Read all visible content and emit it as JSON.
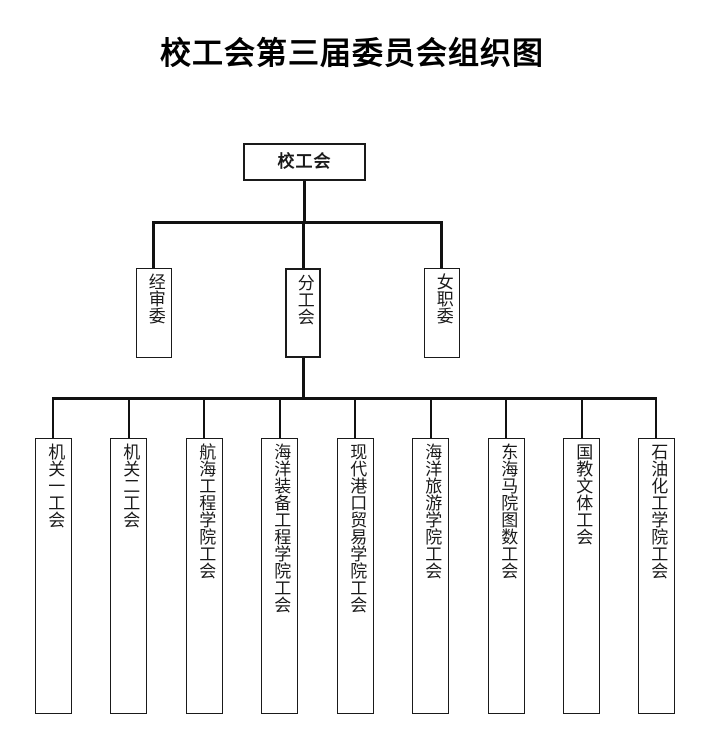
{
  "page": {
    "title": "校工会第三届委员会组织图",
    "background_color": "#ffffff",
    "line_color": "#111111",
    "box_border_color": "#1a1a1a",
    "text_color": "#1a1a1a"
  },
  "chart_data": {
    "type": "diagram",
    "diagram_type": "organization-chart",
    "title": "校工会第三届委员会组织图",
    "orientation": "top-down",
    "levels": 3,
    "root": {
      "id": "root",
      "label": "校工会",
      "text_direction": "horizontal"
    },
    "level2": [
      {
        "id": "l2-1",
        "label": "经审委",
        "text_direction": "vertical",
        "emphasized": false
      },
      {
        "id": "l2-2",
        "label": "分工会",
        "text_direction": "vertical",
        "emphasized": true
      },
      {
        "id": "l2-3",
        "label": "女职委",
        "text_direction": "vertical",
        "emphasized": false
      }
    ],
    "level3_parent": "l2-2",
    "level3": [
      {
        "id": "l3-1",
        "label": "机关一工会",
        "text_direction": "vertical"
      },
      {
        "id": "l3-2",
        "label": "机关二工会",
        "text_direction": "vertical"
      },
      {
        "id": "l3-3",
        "label": "航海工程学院工会",
        "text_direction": "vertical"
      },
      {
        "id": "l3-4",
        "label": "海洋装备工程学院工会",
        "text_direction": "vertical"
      },
      {
        "id": "l3-5",
        "label": "现代港口贸易学院工会",
        "text_direction": "vertical"
      },
      {
        "id": "l3-6",
        "label": "海洋旅游学院工会",
        "text_direction": "vertical"
      },
      {
        "id": "l3-7",
        "label": "东海马院图数工会",
        "text_direction": "vertical"
      },
      {
        "id": "l3-8",
        "label": "国教文体工会",
        "text_direction": "vertical"
      },
      {
        "id": "l3-9",
        "label": "石油化工学院工会",
        "text_direction": "vertical"
      }
    ],
    "edges": [
      {
        "from": "root",
        "to": "l2-1"
      },
      {
        "from": "root",
        "to": "l2-2"
      },
      {
        "from": "root",
        "to": "l2-3"
      },
      {
        "from": "l2-2",
        "to": "l3-1"
      },
      {
        "from": "l2-2",
        "to": "l3-2"
      },
      {
        "from": "l2-2",
        "to": "l3-3"
      },
      {
        "from": "l2-2",
        "to": "l3-4"
      },
      {
        "from": "l2-2",
        "to": "l3-5"
      },
      {
        "from": "l2-2",
        "to": "l3-6"
      },
      {
        "from": "l2-2",
        "to": "l3-7"
      },
      {
        "from": "l2-2",
        "to": "l3-8"
      },
      {
        "from": "l2-2",
        "to": "l3-9"
      }
    ]
  }
}
